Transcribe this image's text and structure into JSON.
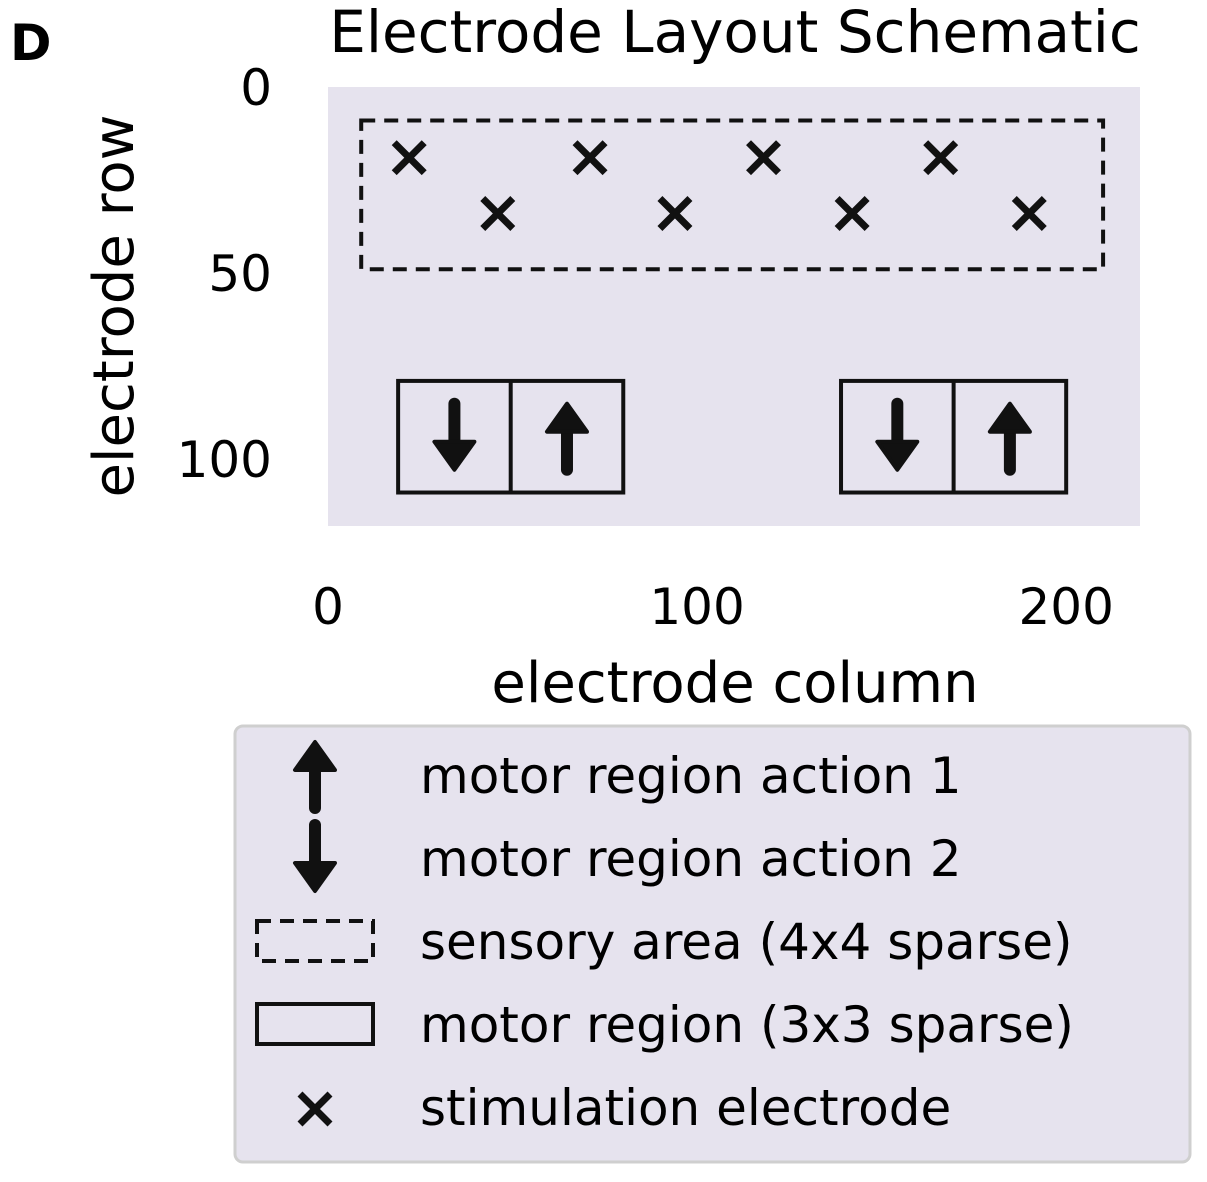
{
  "chart_data": {
    "type": "scatter",
    "panel_label": "D",
    "title": "Electrode Layout Schematic",
    "xlabel": "electrode column",
    "ylabel": "electrode row",
    "xlim": [
      0,
      220
    ],
    "ylim": [
      0,
      118
    ],
    "y_inverted": true,
    "xticks": [
      {
        "value": 0,
        "label": "0"
      },
      {
        "value": 100,
        "label": "100"
      },
      {
        "value": 200,
        "label": "200"
      }
    ],
    "yticks": [
      {
        "value": 0,
        "label": "0"
      },
      {
        "value": 50,
        "label": "50"
      },
      {
        "value": 100,
        "label": "100"
      }
    ],
    "grid": false,
    "background_color": "#e6e3ee",
    "stimulation_electrodes": [
      {
        "x": 22,
        "y": 19
      },
      {
        "x": 71,
        "y": 19
      },
      {
        "x": 118,
        "y": 19
      },
      {
        "x": 166,
        "y": 19
      },
      {
        "x": 46,
        "y": 34
      },
      {
        "x": 94,
        "y": 34
      },
      {
        "x": 142,
        "y": 34
      },
      {
        "x": 190,
        "y": 34
      }
    ],
    "sensory_area": {
      "x0": 9,
      "y0": 9,
      "x1": 210,
      "y1": 49
    },
    "motor_regions": [
      {
        "x0": 19,
        "y0": 79,
        "x1": 80,
        "y1": 109,
        "cells": [
          {
            "action": "action 2",
            "arrow": "down"
          },
          {
            "action": "action 1",
            "arrow": "up"
          }
        ]
      },
      {
        "x0": 139,
        "y0": 79,
        "x1": 200,
        "y1": 109,
        "cells": [
          {
            "action": "action 2",
            "arrow": "down"
          },
          {
            "action": "action 1",
            "arrow": "up"
          }
        ]
      }
    ],
    "legend": {
      "placement": "below",
      "entries": [
        {
          "marker": "arrow-up-icon",
          "label": "motor region action 1"
        },
        {
          "marker": "arrow-down-icon",
          "label": "motor region action 2"
        },
        {
          "marker": "dashed-rectangle-icon",
          "label": "sensory area (4x4 sparse)"
        },
        {
          "marker": "solid-rectangle-icon",
          "label": "motor region (3x3 sparse)"
        },
        {
          "marker": "cross-marker-icon",
          "label": "stimulation electrode"
        }
      ]
    }
  }
}
